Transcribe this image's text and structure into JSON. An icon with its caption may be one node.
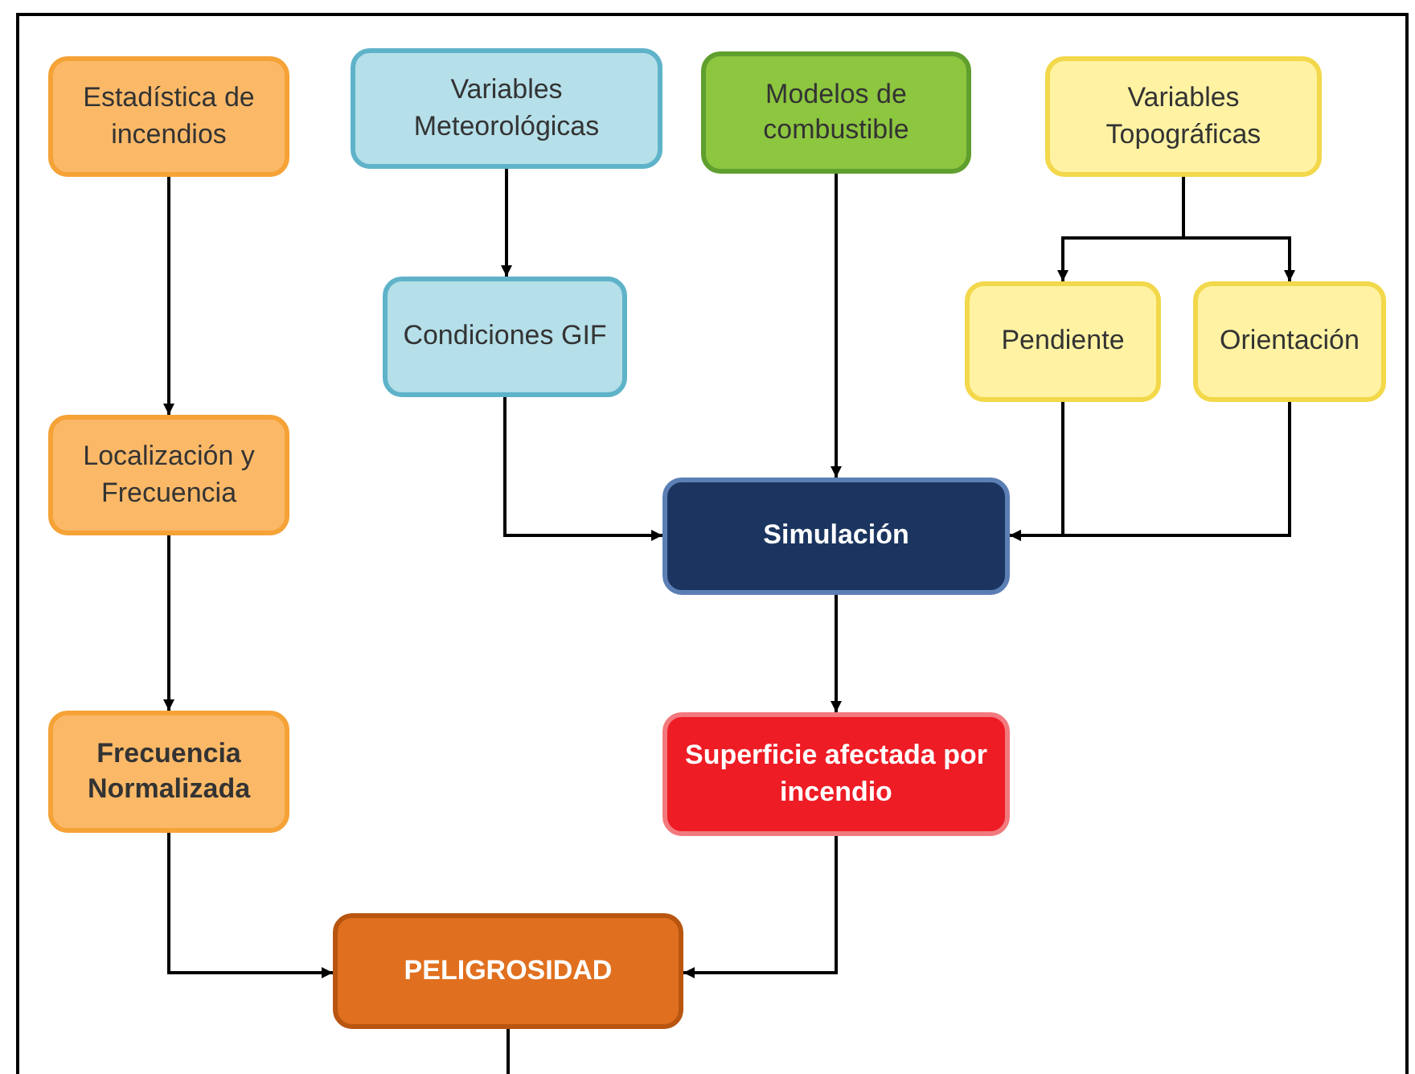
{
  "diagram": {
    "nodes": [
      {
        "text": [
          "Estadística de incendios"
        ]
      },
      {
        "text": [
          "Variables Meteorológicas"
        ]
      },
      {
        "text": [
          "Modelos de combustible"
        ]
      },
      {
        "text": [
          "Variables Topográficas"
        ]
      },
      {
        "text": [
          "Condiciones GIF"
        ]
      },
      {
        "text": [
          "Pendiente"
        ]
      },
      {
        "text": [
          "Orientación"
        ]
      },
      {
        "text": [
          "Localización y Frecuencia"
        ]
      },
      {
        "text": [
          "Simulación"
        ]
      },
      {
        "text": [
          "Frecuencia Normalizada"
        ]
      },
      {
        "text": [
          "Superficie afectada por incendio"
        ]
      },
      {
        "text": [
          "PELIGROSIDAD"
        ]
      }
    ],
    "edges": [
      {
        "from": 0,
        "to": 7,
        "arrow": "to"
      },
      {
        "from": 7,
        "to": 9,
        "arrow": "to"
      },
      {
        "from": 1,
        "to": 4,
        "arrow": "to"
      },
      {
        "from": 3,
        "to": 5,
        "arrow": "to"
      },
      {
        "from": 3,
        "to": 6,
        "arrow": "to"
      },
      {
        "from": 4,
        "to": 8,
        "arrow": "to"
      },
      {
        "from": 2,
        "to": 8,
        "arrow": "to"
      },
      {
        "from": 5,
        "to": 8,
        "arrow": "to"
      },
      {
        "from": 6,
        "to": 8,
        "arrow": "to"
      },
      {
        "from": 8,
        "to": 10,
        "arrow": "to"
      },
      {
        "from": 9,
        "to": 11,
        "arrow": "to"
      },
      {
        "from": 10,
        "to": 11,
        "arrow": "to"
      },
      {
        "from": 11,
        "to": null,
        "arrow": "none"
      }
    ]
  }
}
